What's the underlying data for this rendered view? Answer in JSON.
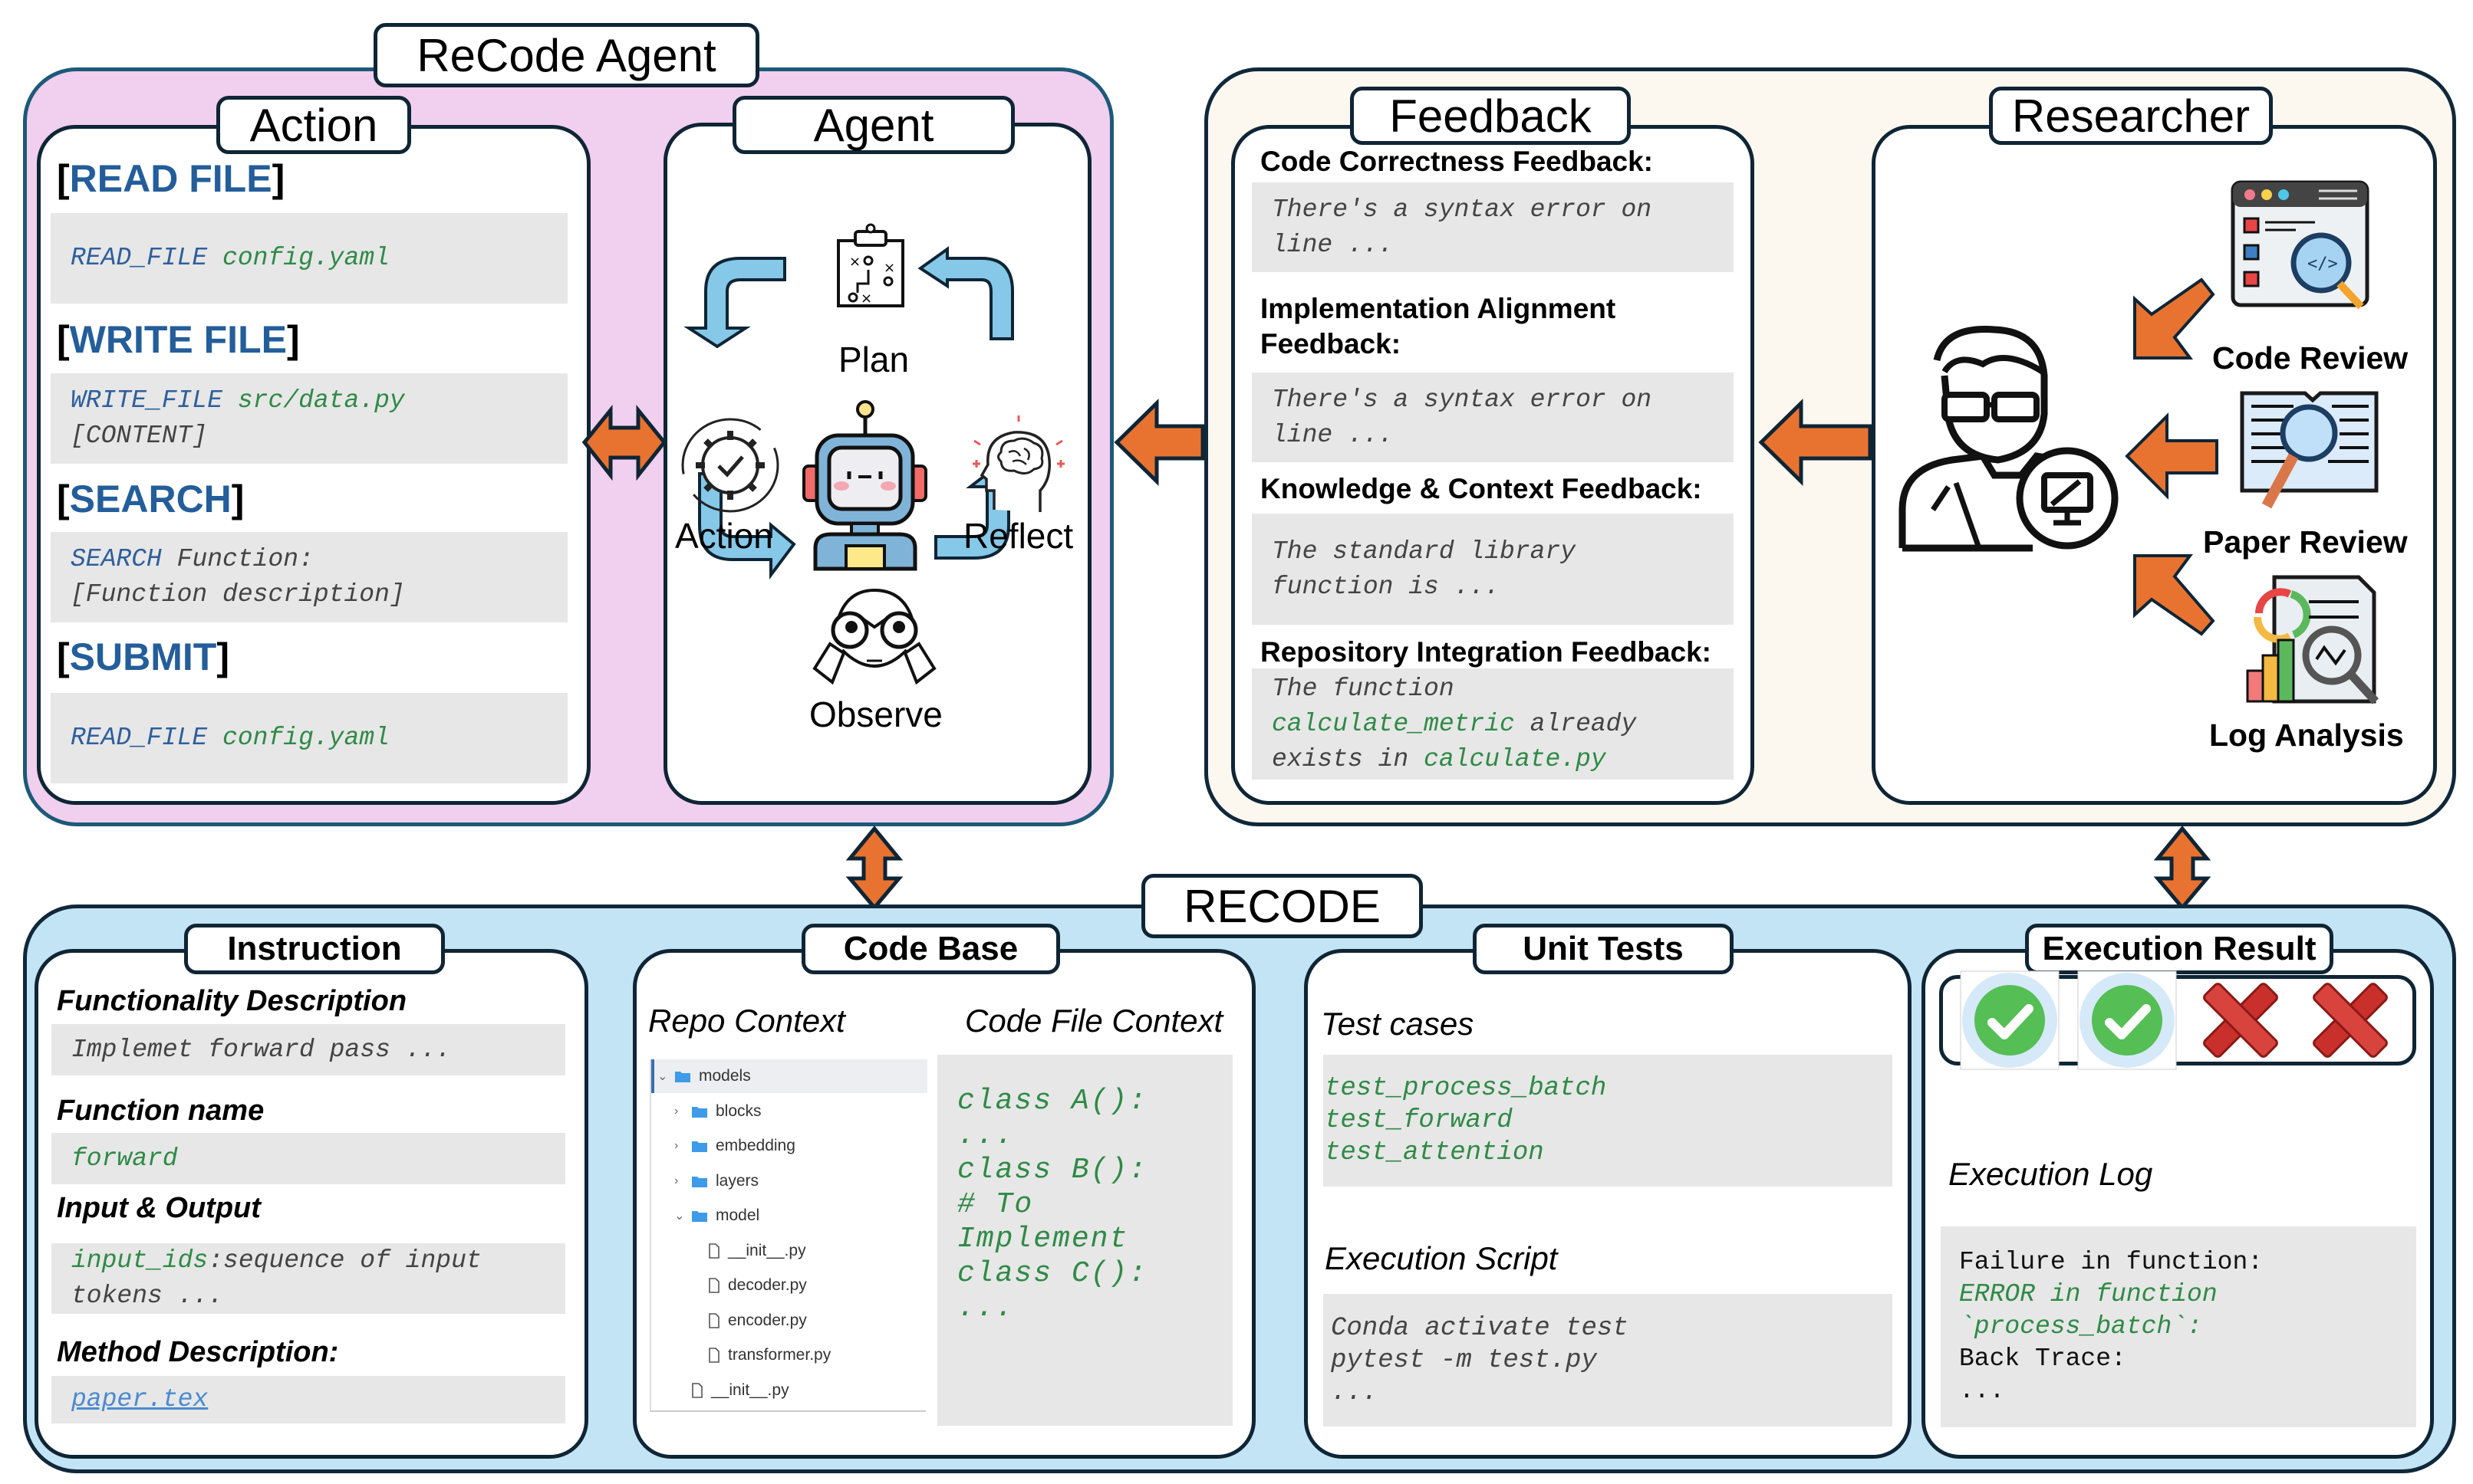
{
  "agent_panel": {
    "title": "ReCode Agent",
    "action": {
      "title": "Action",
      "commands": [
        {
          "label": "READ FILE",
          "code_cmd": "READ_FILE",
          "code_arg": "config.yaml",
          "code_line2": ""
        },
        {
          "label": "WRITE FILE",
          "code_cmd": "WRITE_FILE",
          "code_arg": "src/data.py",
          "code_line2": "[CONTENT]"
        },
        {
          "label": "SEARCH",
          "code_cmd": "SEARCH",
          "code_arg": "Function:",
          "code_line2": "[Function description]"
        },
        {
          "label": "SUBMIT",
          "code_cmd": "READ_FILE",
          "code_arg": "config.yaml",
          "code_line2": ""
        }
      ]
    },
    "agent": {
      "title": "Agent",
      "cycle": {
        "plan": "Plan",
        "action": "Action",
        "reflect": "Reflect",
        "observe": "Observe"
      }
    }
  },
  "feedback_panel": {
    "feedback": {
      "title": "Feedback",
      "items": [
        {
          "heading": "Code Correctness Feedback:",
          "text_line1": "There's a syntax error on",
          "text_line2": "line ..."
        },
        {
          "heading_line1": "Implementation Alignment",
          "heading_line2": "Feedback:",
          "text_line1": "There's a syntax error on",
          "text_line2": "line ..."
        },
        {
          "heading": "Knowledge & Context Feedback:",
          "text_line1": "The standard library",
          "text_line2": "function is ..."
        },
        {
          "heading": "Repository Integration Feedback:",
          "text_line1": "The function",
          "text_fn": "calculate_metric",
          "text_after_fn": " already",
          "text_line3_pre": "exists in ",
          "text_file": "calculate.py"
        }
      ]
    },
    "researcher": {
      "title": "Researcher",
      "sources": [
        {
          "label": "Code Review",
          "icon": "code-review-icon"
        },
        {
          "label": "Paper Review",
          "icon": "paper-review-icon"
        },
        {
          "label": "Log Analysis",
          "icon": "log-analysis-icon"
        }
      ]
    }
  },
  "recode_panel": {
    "title": "RECODE",
    "instruction": {
      "title": "Instruction",
      "functionality_heading": "Functionality Description",
      "functionality_text": "Implemet forward pass ...",
      "function_name_heading": "Function name",
      "function_name": "forward",
      "io_heading": "Input & Output",
      "io_param": "input_ids",
      "io_text": ":sequence of input",
      "io_text2": "tokens ...",
      "method_heading": "Method Description:",
      "method_link": "paper.tex"
    },
    "code_base": {
      "title": "Code Base",
      "repo_heading": "Repo Context",
      "file_heading": "Code File Context",
      "tree": [
        {
          "name": "models",
          "type": "folder",
          "expanded": true,
          "depth": 0
        },
        {
          "name": "blocks",
          "type": "folder",
          "expanded": false,
          "depth": 1
        },
        {
          "name": "embedding",
          "type": "folder",
          "expanded": false,
          "depth": 1
        },
        {
          "name": "layers",
          "type": "folder",
          "expanded": false,
          "depth": 1
        },
        {
          "name": "model",
          "type": "folder",
          "expanded": true,
          "depth": 1
        },
        {
          "name": "__init__.py",
          "type": "file",
          "depth": 2
        },
        {
          "name": "decoder.py",
          "type": "file",
          "depth": 2
        },
        {
          "name": "encoder.py",
          "type": "file",
          "depth": 2
        },
        {
          "name": "transformer.py",
          "type": "file",
          "depth": 2
        },
        {
          "name": "__init__.py",
          "type": "file",
          "depth": 1
        }
      ],
      "code_lines": [
        "class A():",
        "...",
        "class B():",
        "# To Implement",
        "class C():",
        "..."
      ]
    },
    "unit_tests": {
      "title": "Unit Tests",
      "test_cases_heading": "Test cases",
      "test_cases": [
        "test_process_batch",
        "test_forward",
        "test_attention"
      ],
      "script_heading": "Execution Script",
      "script_lines": [
        "Conda activate test",
        "pytest -m test.py",
        "..."
      ]
    },
    "execution_result": {
      "title": "Execution Result",
      "results": [
        "pass",
        "pass",
        "fail",
        "fail"
      ],
      "log_heading": "Execution Log",
      "log_line1": "Failure in function:",
      "log_line2": "ERROR in function",
      "log_line3": "`process_batch`:",
      "log_line4": "Back Trace:",
      "log_line5": "..."
    }
  },
  "colors": {
    "agent_bg": "#f1cfee",
    "feedback_bg": "#fdf8ef",
    "recode_bg": "#c3e4f4",
    "arrow_orange": "#e87330",
    "cycle_arrow_blue": "#86c8e8",
    "border_dark": "#0f2535",
    "command_blue": "#245e9a",
    "code_green": "#2f8a46"
  }
}
